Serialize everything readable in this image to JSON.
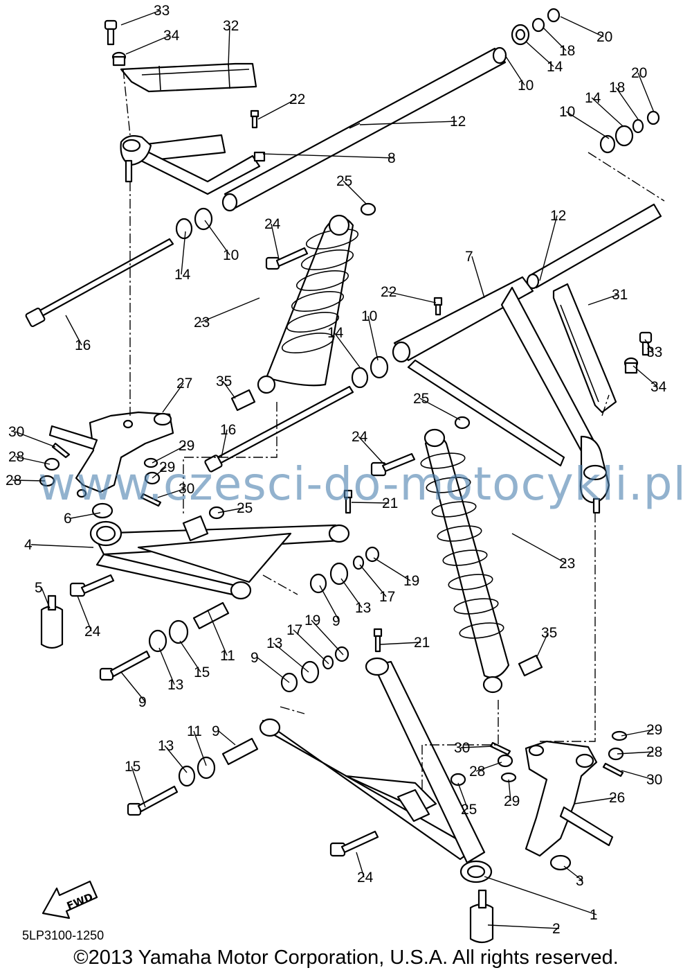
{
  "diagram": {
    "code": "5LP3100-1250",
    "copyright": "©2013 Yamaha Motor Corporation, U.S.A. All rights reserved.",
    "watermark": "www.czesci-do-motocykli.pl",
    "fwd_label": "FWD",
    "callouts": [
      "33",
      "34",
      "32",
      "20",
      "18",
      "14",
      "10",
      "22",
      "12",
      "8",
      "20",
      "18",
      "14",
      "10",
      "25",
      "24",
      "10",
      "14",
      "16",
      "12",
      "7",
      "22",
      "31",
      "23",
      "33",
      "10",
      "14",
      "34",
      "35",
      "27",
      "16",
      "25",
      "30",
      "24",
      "28",
      "29",
      "29",
      "28",
      "30",
      "25",
      "21",
      "6",
      "4",
      "19",
      "17",
      "13",
      "9",
      "23",
      "5",
      "24",
      "35",
      "11",
      "19",
      "17",
      "13",
      "21",
      "9",
      "13",
      "15",
      "9",
      "11",
      "9",
      "13",
      "15",
      "29",
      "30",
      "28",
      "28",
      "25",
      "29",
      "30",
      "26",
      "24",
      "3",
      "1",
      "2"
    ],
    "colors": {
      "line": "#000000",
      "watermark": "#4a7fae"
    }
  }
}
